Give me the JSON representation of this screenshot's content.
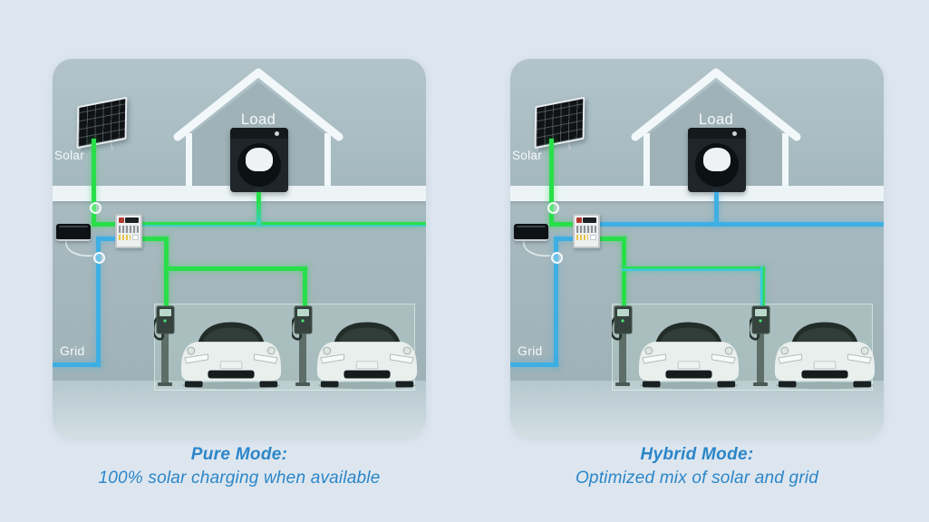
{
  "colors": {
    "solar_green": "#28DF4A",
    "grid_blue": "#3EAFE4",
    "solar_teal_mix": "#3CCFC0",
    "caption_blue": "#2B86C9",
    "page_background": "#DDE6EF"
  },
  "panels": [
    {
      "id": "pure",
      "load_label": "Load",
      "solar_label": "Solar",
      "grid_label": "Grid",
      "lines": {
        "house": "solar-teal",
        "load_drop": "solar-teal",
        "branch_h": "solar",
        "charger2_v": "solar"
      },
      "caption_title": "Pure Mode:",
      "caption_sub": "100% solar charging when available"
    },
    {
      "id": "hybrid",
      "load_label": "Load",
      "solar_label": "Solar",
      "grid_label": "Grid",
      "lines": {
        "house": "grid",
        "load_drop": "grid",
        "branch_h": "solar-grid",
        "charger2_v": "solar-grid"
      },
      "caption_title": "Hybrid Mode:",
      "caption_sub": "Optimized mix of solar and grid"
    }
  ]
}
